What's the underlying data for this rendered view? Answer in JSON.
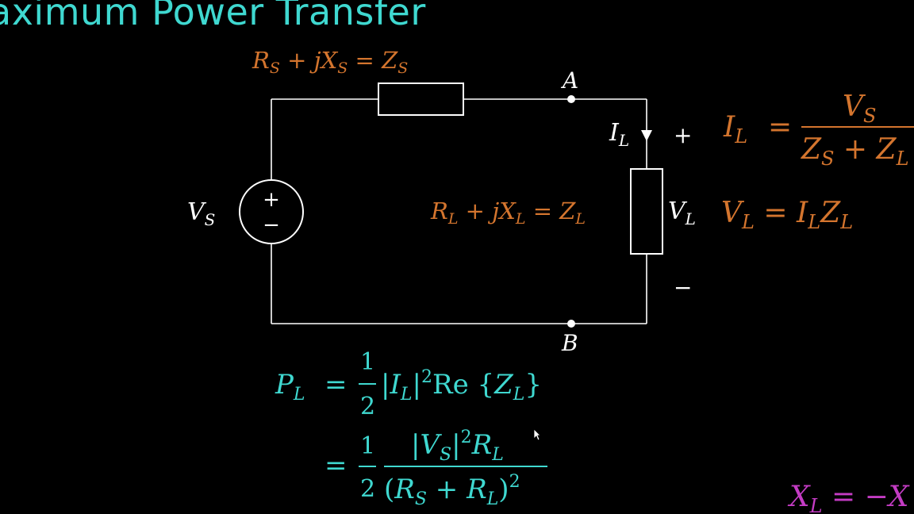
{
  "title": "aximum Power Transfer",
  "colors": {
    "background": "#000000",
    "title": "#3fd8d0",
    "wire": "#ffffff",
    "orange": "#d4752e",
    "cyan": "#3fd8d0",
    "magenta": "#c43cc4"
  },
  "circuit": {
    "source": {
      "label": "V",
      "sub": "S",
      "plus": "+",
      "minus": "−"
    },
    "zs": {
      "r": "R",
      "rs": "S",
      "j": "j",
      "x": "X",
      "xs": "S",
      "z": "Z",
      "zsub": "S"
    },
    "zl": {
      "r": "R",
      "rs": "L",
      "j": "j",
      "x": "X",
      "xs": "L",
      "z": "Z",
      "zsub": "L"
    },
    "node_a": "A",
    "node_b": "B",
    "current": {
      "label": "I",
      "sub": "L"
    },
    "voltage": {
      "label": "V",
      "sub": "L",
      "plus": "+",
      "minus": "−"
    }
  },
  "equations": {
    "il": {
      "lhs": "I",
      "lhs_sub": "L",
      "num": "V",
      "num_sub": "S",
      "den_a": "Z",
      "den_a_sub": "S",
      "plus": "+",
      "den_b": "Z",
      "den_b_sub": "L"
    },
    "vl": {
      "lhs": "V",
      "lhs_sub": "L",
      "r1": "I",
      "r1_sub": "L",
      "r2": "Z",
      "r2_sub": "L"
    },
    "pl": {
      "lhs": "P",
      "lhs_sub": "L",
      "one": "1",
      "two": "2",
      "abs_i": "I",
      "abs_i_sub": "L",
      "sq": "2",
      "re": "Re",
      "z": "Z",
      "z_sub": "L",
      "vs": "V",
      "vs_sub": "S",
      "rl": "R",
      "rl_sub": "L",
      "rs": "R",
      "rs_sub": "S",
      "plus": "+"
    },
    "xl": {
      "lhs": "X",
      "lhs_sub": "L",
      "rhs": "= −X"
    }
  }
}
